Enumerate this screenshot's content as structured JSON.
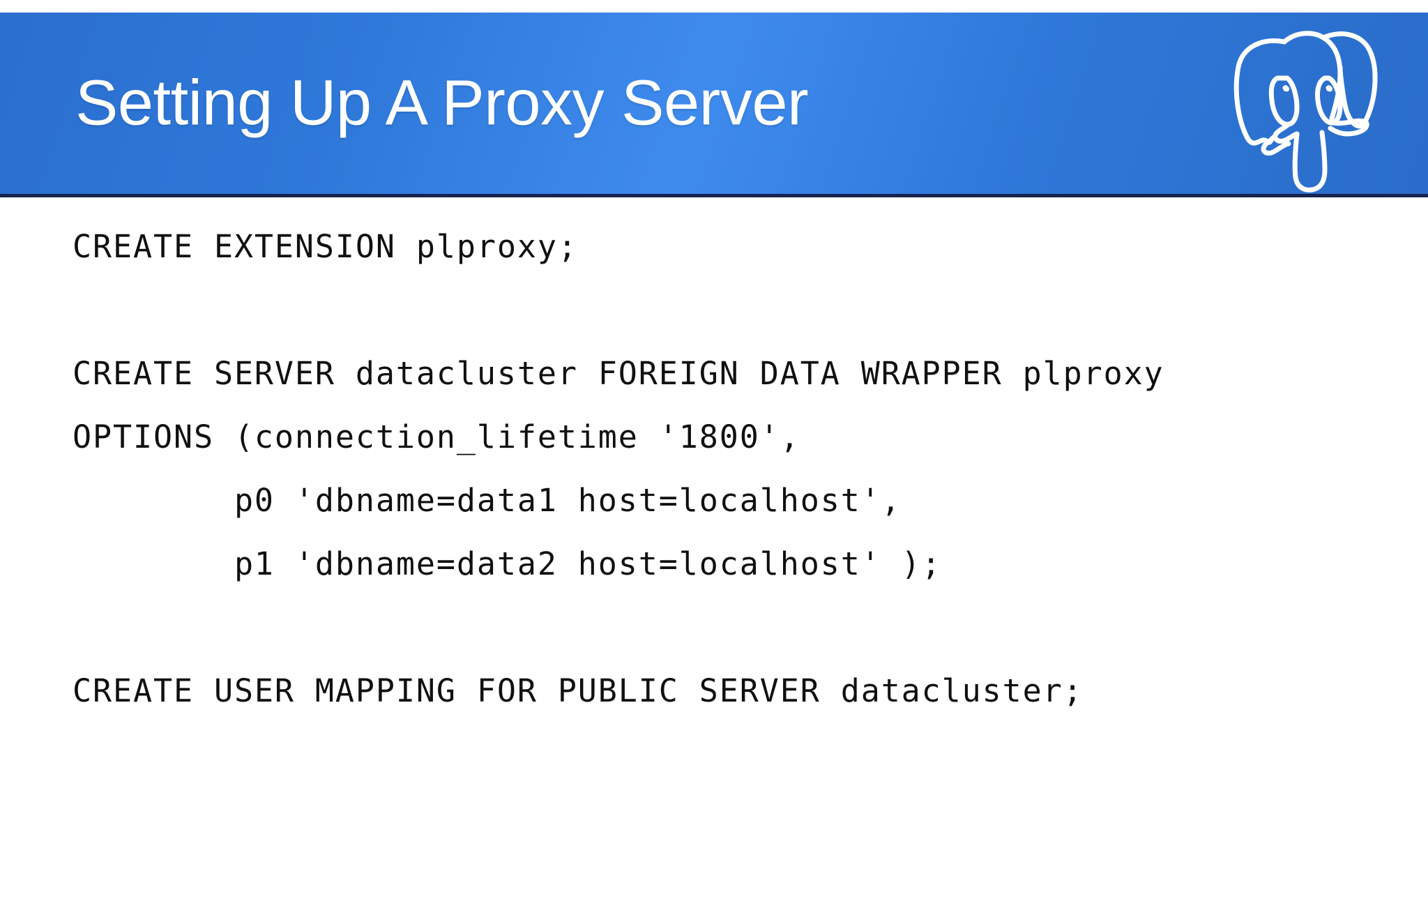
{
  "header": {
    "title": "Setting Up A Proxy Server",
    "logo_name": "postgresql-elephant-logo",
    "background_color": "#2f79da",
    "accent_color": "#3f8bed",
    "border_color": "#17244f",
    "title_color": "#ffffff"
  },
  "body": {
    "text_color": "#101010",
    "background_color": "#ffffff",
    "lines": [
      "CREATE EXTENSION plproxy;",
      "",
      "CREATE SERVER datacluster FOREIGN DATA WRAPPER plproxy",
      "OPTIONS (connection_lifetime '1800',",
      "        p0 'dbname=data1 host=localhost',",
      "        p1 'dbname=data2 host=localhost' );",
      "",
      "CREATE USER MAPPING FOR PUBLIC SERVER datacluster;"
    ]
  }
}
